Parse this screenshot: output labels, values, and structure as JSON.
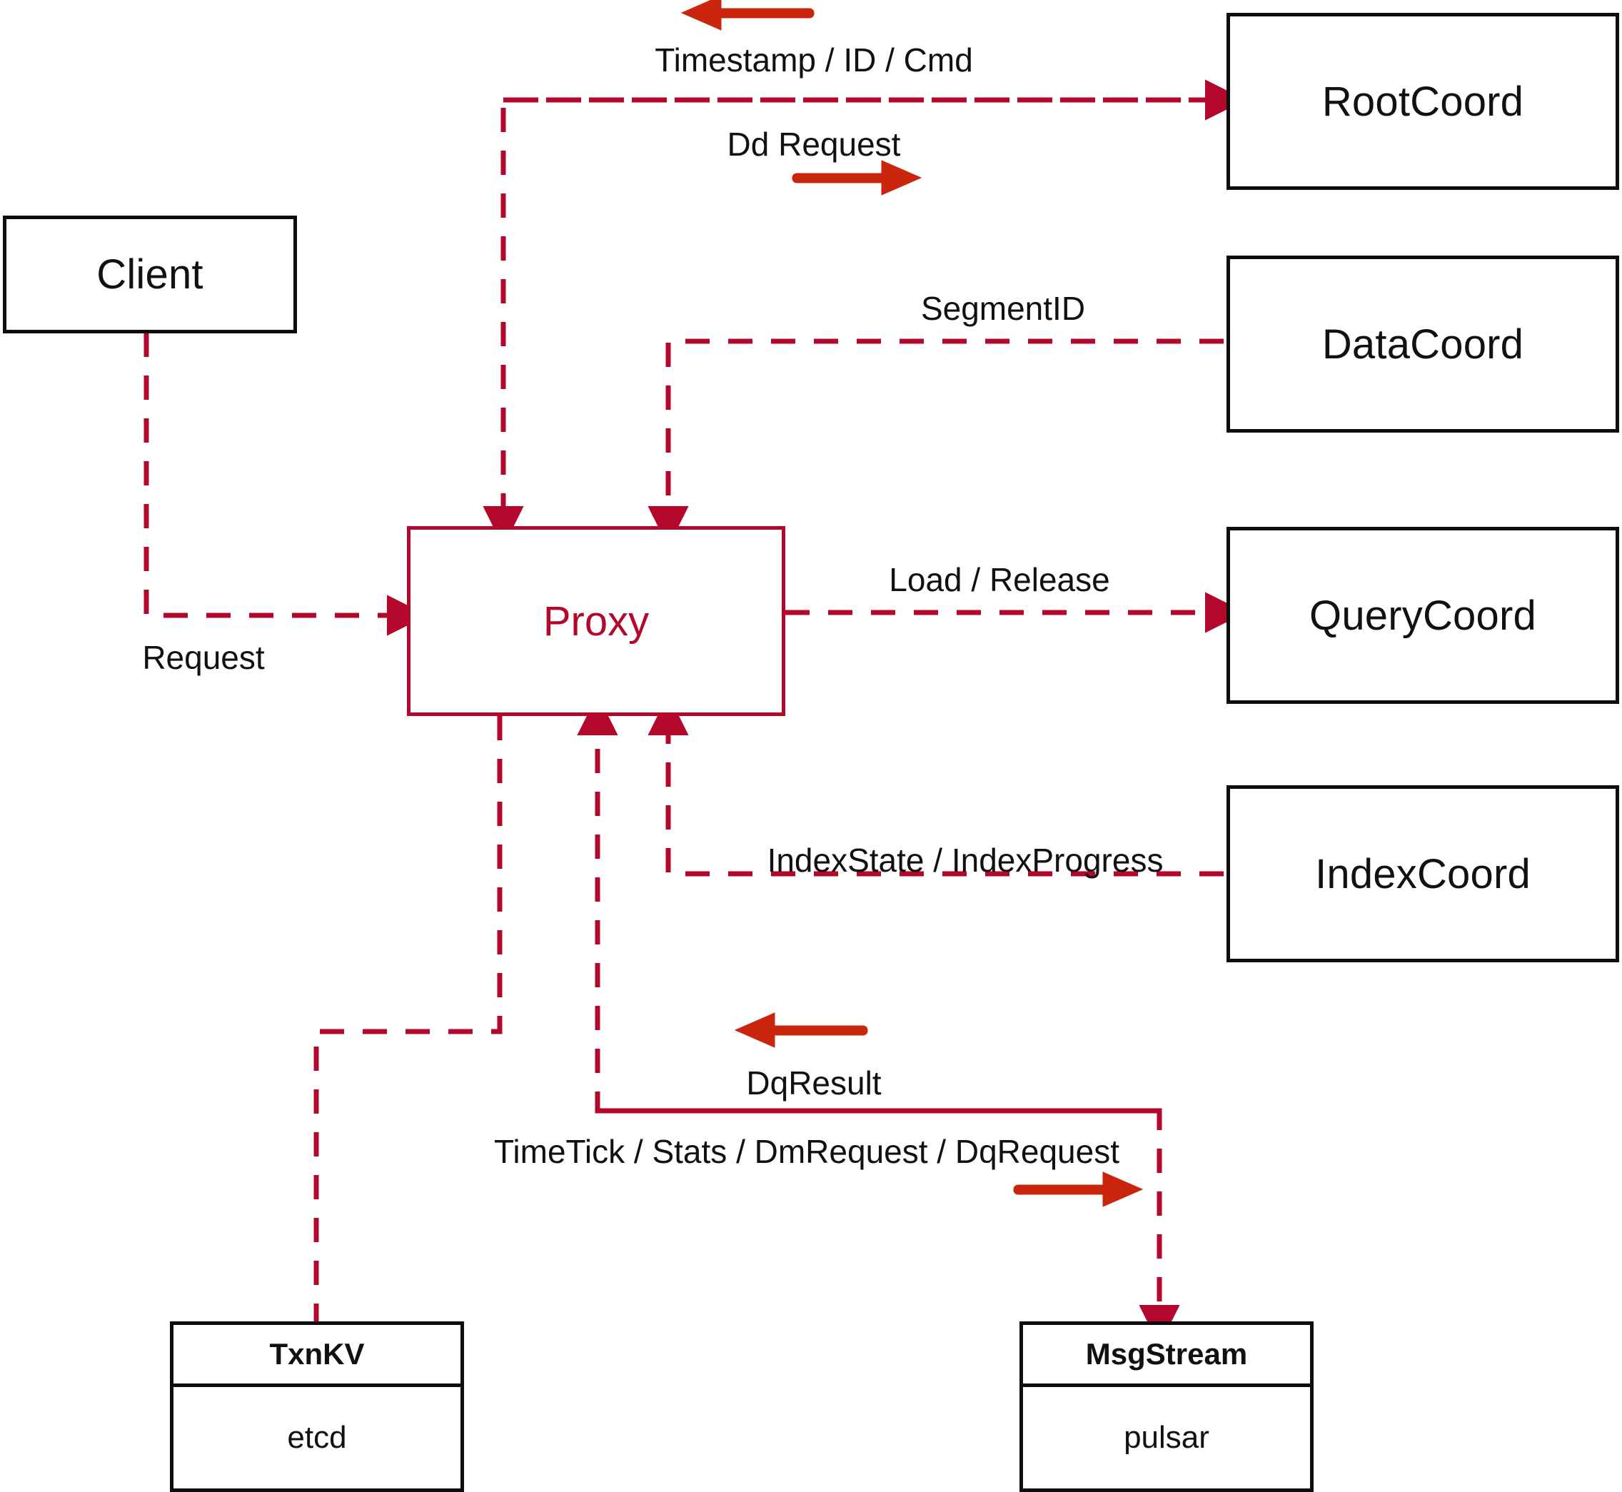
{
  "diagram": {
    "title": "Milvus Proxy interaction diagram",
    "colors": {
      "connector_red": "#b3072c",
      "legend_arrow_red": "#c9260d",
      "box_border": "#0d0d0d",
      "background": "#ffffff"
    },
    "nodes": [
      {
        "id": "client",
        "label": "Client",
        "style": "black-box"
      },
      {
        "id": "proxy",
        "label": "Proxy",
        "style": "red-box"
      },
      {
        "id": "rootcoord",
        "label": "RootCoord",
        "style": "black-box"
      },
      {
        "id": "datacoord",
        "label": "DataCoord",
        "style": "black-box"
      },
      {
        "id": "querycoord",
        "label": "QueryCoord",
        "style": "black-box"
      },
      {
        "id": "indexcoord",
        "label": "IndexCoord",
        "style": "black-box"
      }
    ],
    "stores": [
      {
        "id": "txnkv",
        "header": "TxnKV",
        "body": "etcd"
      },
      {
        "id": "msgstream",
        "header": "MsgStream",
        "body": "pulsar"
      }
    ],
    "edges": [
      {
        "id": "client-proxy",
        "label": "Request",
        "from": "client",
        "to": "proxy"
      },
      {
        "id": "rootcoord-in",
        "label": "Timestamp / ID / Cmd",
        "from": "rootcoord",
        "to": "proxy"
      },
      {
        "id": "rootcoord-out",
        "label": "Dd Request",
        "from": "proxy",
        "to": "rootcoord"
      },
      {
        "id": "datacoord-segment",
        "label": "SegmentID",
        "from": "datacoord",
        "to": "proxy"
      },
      {
        "id": "querycoord-load",
        "label": "Load / Release",
        "from": "proxy",
        "to": "querycoord"
      },
      {
        "id": "indexcoord-state",
        "label": "IndexState / IndexProgress",
        "from": "indexcoord",
        "to": "proxy"
      },
      {
        "id": "msgstream-result",
        "label": "DqResult",
        "from": "msgstream",
        "to": "proxy"
      },
      {
        "id": "msgstream-request",
        "label": "TimeTick / Stats / DmRequest / DqRequest",
        "from": "proxy",
        "to": "msgstream"
      }
    ],
    "legend_arrows": [
      {
        "id": "arrow-timestamp",
        "direction": "left",
        "for_label": "Timestamp / ID / Cmd"
      },
      {
        "id": "arrow-ddrequest",
        "direction": "right",
        "for_label": "Dd Request"
      },
      {
        "id": "arrow-dqresult",
        "direction": "left",
        "for_label": "DqResult"
      },
      {
        "id": "arrow-dqrequest",
        "direction": "right",
        "for_label": "TimeTick / Stats / DmRequest / DqRequest"
      }
    ]
  }
}
